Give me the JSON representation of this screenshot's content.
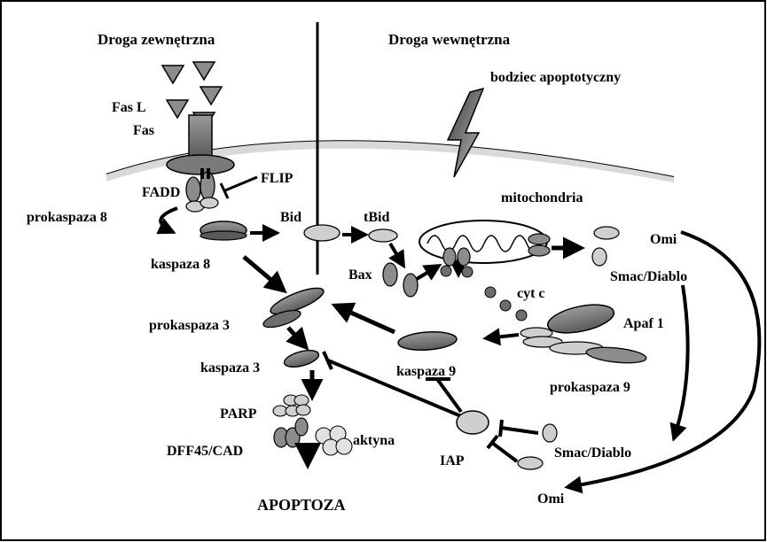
{
  "headings": {
    "extrinsic": "Droga zewnętrzna",
    "intrinsic": "Droga wewnętrzna"
  },
  "labels": {
    "stimulus": "bodziec apoptotyczny",
    "fas_l": "Fas L",
    "fas": "Fas",
    "fadd": "FADD",
    "flip": "FLIP",
    "procaspase8": "prokaspaza 8",
    "caspase8": "kaspaza 8",
    "bid": "Bid",
    "tbid": "tBid",
    "mitochondria": "mitochondria",
    "bax": "Bax",
    "omi_top": "Omi",
    "smac_top": "Smac/Diablo",
    "cyt_c": "cyt c",
    "apaf1": "Apaf 1",
    "procaspase3": "prokaspaza 3",
    "caspase3": "kaspaza 3",
    "caspase9": "kaspaza 9",
    "procaspase9": "prokaspaza 9",
    "parp": "PARP",
    "dff45": "DFF45/CAD",
    "actin": "aktyna",
    "iap": "IAP",
    "smac_bottom": "Smac/Diablo",
    "omi_bottom": "Omi",
    "apoptosis": "APOPTOZA"
  },
  "colors": {
    "dark": "#6e6e6e",
    "mid": "#8c8c8c",
    "light": "#cfcfcf",
    "membrane": "#d9d9d9"
  }
}
